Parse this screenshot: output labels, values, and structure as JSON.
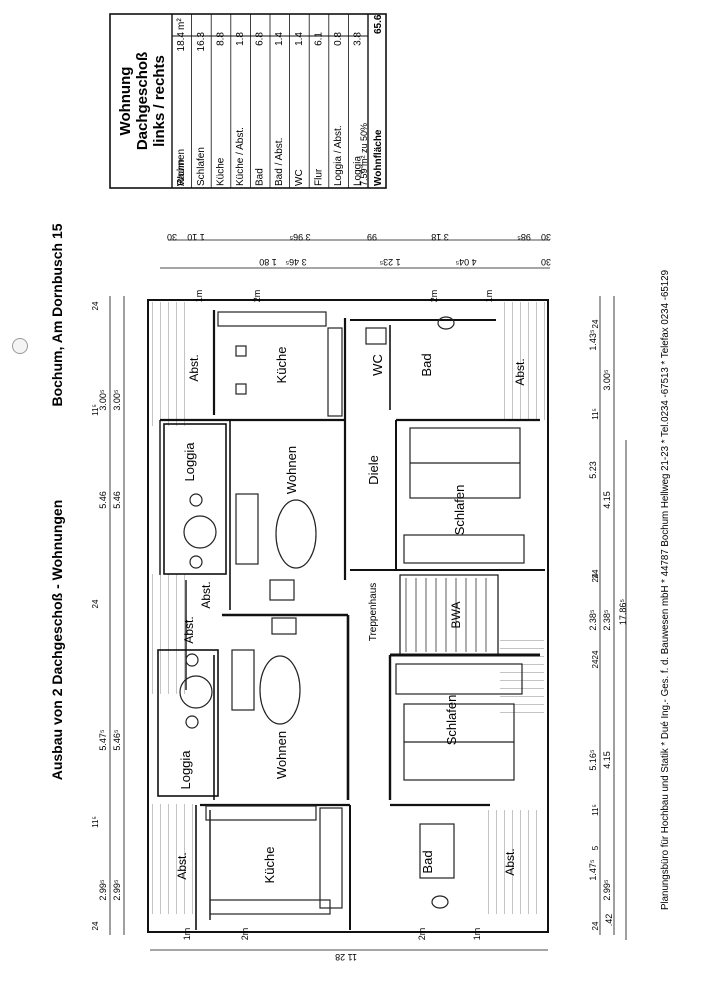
{
  "header": {
    "title": "Ausbau von 2 Dachgeschoß - Wohnungen",
    "address": "Bochum, Am Dornbusch 15"
  },
  "footer": {
    "company": "Planungsbüro für Hochbau und Statik * Dué Ing.- Ges. f. d. Bauwesen mbH * 44787 Bochum Hellweg 21-23 * Tel.0234 -67513 * Telefax 0234 -65129"
  },
  "area_table": {
    "title": [
      "Wohnung",
      "Dachgeschoß",
      "links / rechts"
    ],
    "col_room": "Raum",
    "col_unit": "m²",
    "rows": [
      {
        "room": "Wohnen",
        "value": "18.4"
      },
      {
        "room": "Schlafen",
        "value": "16.3"
      },
      {
        "room": "Küche",
        "value": "8.8"
      },
      {
        "room": "Küche / Abst.",
        "value": "1.8"
      },
      {
        "room": "Bad",
        "value": "6.8"
      },
      {
        "room": "Bad / Abst.",
        "value": "1.4"
      },
      {
        "room": "WC",
        "value": "1.4"
      },
      {
        "room": "Flur",
        "value": "6.1"
      },
      {
        "room": "Loggia / Abst.",
        "value": "0.8"
      },
      {
        "room": "Loggia",
        "value": "3.8",
        "note": "7.59 m² zu 50%"
      }
    ],
    "total_label": "Wohnfläche",
    "total_value": "65.6"
  },
  "rooms": {
    "abst_tl": "Abst.",
    "kueche_top": "Küche",
    "wc": "WC",
    "bad_top": "Bad",
    "abst_tr": "Abst.",
    "loggia_top": "Loggia",
    "wohnen_top": "Wohnen",
    "diele": "Diele",
    "schlafen_top": "Schlafen",
    "abst_mid1": "Abst.",
    "abst_mid2": "Abst.",
    "treppenhaus": "Treppenhaus",
    "bwa": "BWA",
    "loggia_bot": "Loggia",
    "wohnen_bot": "Wohnen",
    "schlafen_bot": "Schlafen",
    "abst_bl": "Abst.",
    "kueche_bot": "Küche",
    "bad_bot": "Bad",
    "abst_br": "Abst."
  },
  "dims_left": [
    "3.00⁵",
    "5.46",
    "5.47⁵",
    "2.99⁵"
  ],
  "dims_left_inner": [
    "3.00⁵",
    "5.46",
    "5.46⁵",
    "2.99⁵"
  ],
  "dims_left_small": [
    "24",
    "11⁵",
    "24",
    "11⁵",
    "24"
  ],
  "dims_right": [
    "1.43⁵",
    "3.00⁵",
    "5.23",
    "4.15",
    "2.38⁵",
    "2.38⁵",
    "5.16⁵",
    "4.15",
    "1.47⁵",
    "2.99⁵",
    ".42"
  ],
  "dims_right_small": [
    "24",
    "11⁵",
    "24",
    "24",
    "24",
    "24",
    "11⁵",
    "24",
    "5"
  ],
  "dim_total": "17.86⁵",
  "dims_top_outer": [
    "1 80",
    "3 46⁵",
    "1 23⁵",
    "4 04⁵",
    "30"
  ],
  "dims_top_inner": [
    "30",
    "1 10",
    "3 96⁵",
    "99",
    "3 18",
    "98⁵",
    "30"
  ],
  "dim_depth": "11 28",
  "heights": [
    "1m",
    "2m",
    "2m",
    "1m"
  ],
  "heights_bot": [
    "1m",
    "2m",
    "2m",
    "1m"
  ]
}
